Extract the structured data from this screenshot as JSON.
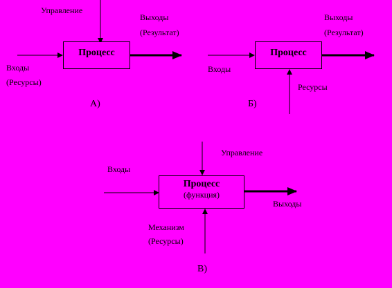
{
  "diagram_a": {
    "control_label": "Управление",
    "process_label": "Процесс",
    "outputs_label_1": "Выходы",
    "outputs_label_2": "(Результат)",
    "inputs_label_1": "Входы",
    "inputs_label_2": "(Ресурсы)",
    "caption": "А)"
  },
  "diagram_b": {
    "process_label": "Процесс",
    "outputs_label_1": "Выходы",
    "outputs_label_2": "(Результат)",
    "inputs_label": "Входы",
    "resources_label": "Ресурсы",
    "caption": "Б)"
  },
  "diagram_c": {
    "control_label": "Управление",
    "inputs_label": "Входы",
    "process_label": "Процесс",
    "process_sub_label": "(функция)",
    "outputs_label": "Выходы",
    "mechanism_label_1": "Механизм",
    "mechanism_label_2": "(Ресурсы)",
    "caption": "В)"
  },
  "colors": {
    "background": "#ff00ff",
    "stroke": "#000000"
  }
}
